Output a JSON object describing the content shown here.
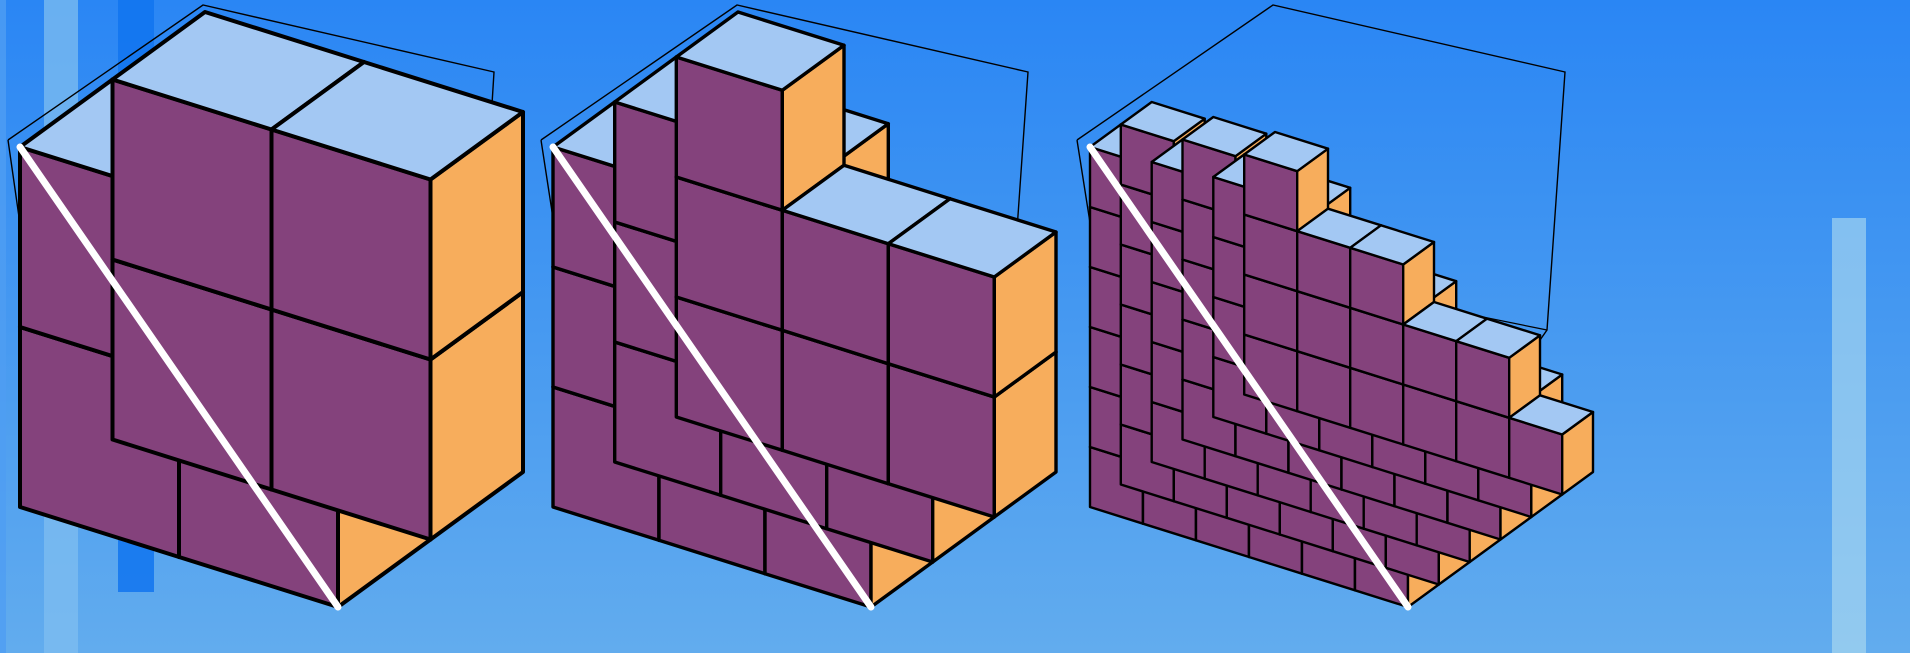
{
  "figure": {
    "panels": [
      {
        "id": "panel-1",
        "cubes_per_edge": 2,
        "removed_per_edge": 0
      },
      {
        "id": "panel-2",
        "cubes_per_edge": 3,
        "removed_per_edge": 1
      },
      {
        "id": "panel-3",
        "cubes_per_edge": 6,
        "removed_per_edge": 3
      }
    ],
    "colors": {
      "background_top": "#2a86f4",
      "background_bottom": "#62acee",
      "top_face": "#a3c8f3",
      "front_face": "#84427c",
      "side_face": "#f7ad5c",
      "edge": "#000000",
      "diagonal": "#ffffff"
    }
  }
}
